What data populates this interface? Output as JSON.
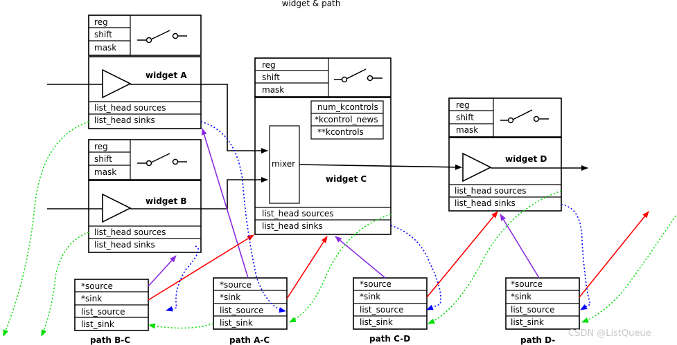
{
  "title": "widget & path",
  "watermark": "CSDN @ListQueue",
  "controls": {
    "reg": "reg",
    "shift": "shift",
    "mask": "mask"
  },
  "widgets": {
    "a": {
      "name": "widget A",
      "sources": "list_head sources",
      "sinks": "list_head sinks"
    },
    "b": {
      "name": "widget B",
      "sources": "list_head sources",
      "sinks": "list_head sinks"
    },
    "c": {
      "name": "widget C",
      "sources": "list_head sources",
      "sinks": "list_head sinks",
      "mixer": "mixer",
      "kcontrol_fields": [
        "num_kcontrols",
        "*kcontrol_news",
        "**kcontrols"
      ]
    },
    "d": {
      "name": "widget D",
      "sources": "list_head sources",
      "sinks": "list_head sinks"
    }
  },
  "paths": {
    "bc": {
      "name": "path B-C",
      "fields": [
        "*source",
        "*sink",
        "list_source",
        "list_sink"
      ]
    },
    "ac": {
      "name": "path A-C",
      "fields": [
        "*source",
        "*sink",
        "list_source",
        "list_sink"
      ]
    },
    "cd": {
      "name": "path C-D",
      "fields": [
        "*source",
        "*sink",
        "list_source",
        "list_sink"
      ]
    },
    "dx": {
      "name": "path D-",
      "fields": [
        "*source",
        "*sink",
        "list_source",
        "list_sink"
      ]
    }
  },
  "colors": {
    "source_ptr": "#8a2be2",
    "sink_ptr": "#ff0000",
    "list_source": "#0000ff",
    "list_sink": "#00dd00"
  }
}
